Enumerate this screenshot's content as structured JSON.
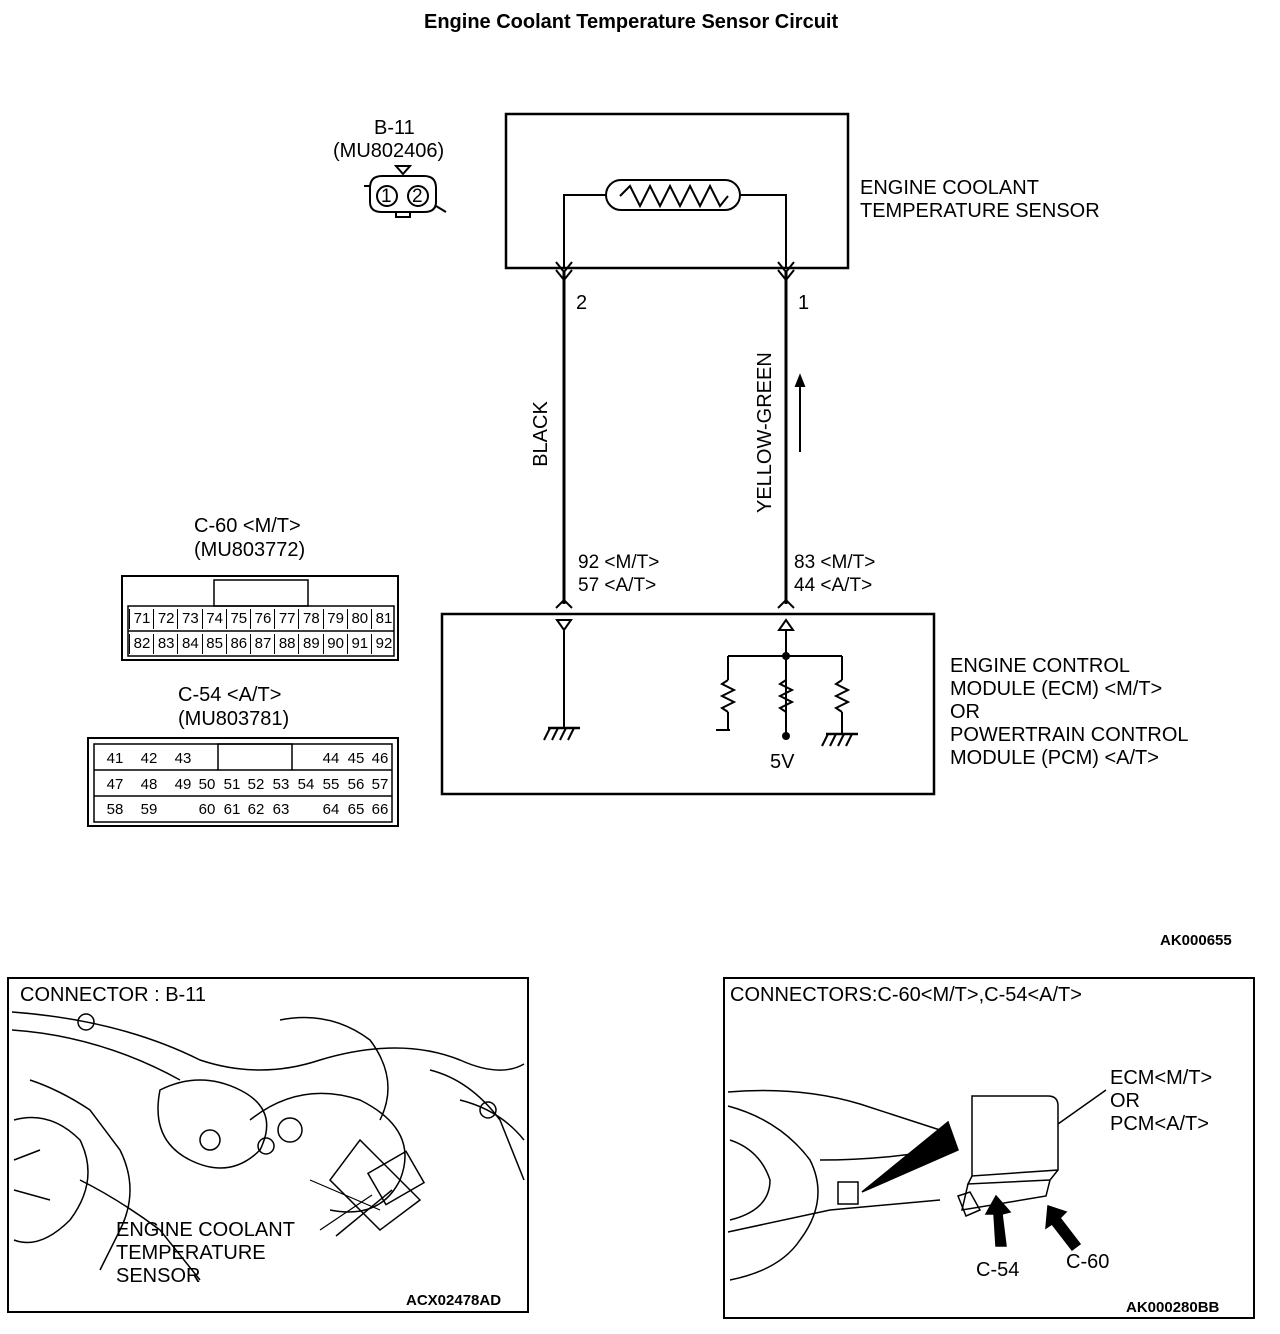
{
  "title": "Engine Coolant Temperature Sensor Circuit",
  "b11": {
    "name": "B-11",
    "part": "(MU802406)",
    "pins": [
      "1",
      "2"
    ]
  },
  "sensor": {
    "line1": "ENGINE COOLANT",
    "line2": "TEMPERATURE SENSOR"
  },
  "wires": {
    "left_pin": "2",
    "right_pin": "1",
    "left_color": "BLACK",
    "right_color": "YELLOW-GREEN",
    "left_term1": "92 <M/T>",
    "left_term2": "57 <A/T>",
    "right_term1": "83 <M/T>",
    "right_term2": "44 <A/T>"
  },
  "ecm": {
    "line1": "ENGINE CONTROL",
    "line2": "MODULE (ECM) <M/T>",
    "line3": "OR",
    "line4": "POWERTRAIN CONTROL",
    "line5": "MODULE (PCM) <A/T>",
    "supply": "5V"
  },
  "c60": {
    "name": "C-60 <M/T>",
    "part": "(MU803772)",
    "row1": [
      "71",
      "72",
      "73",
      "74",
      "75",
      "76",
      "77",
      "78",
      "79",
      "80",
      "81"
    ],
    "row2": [
      "82",
      "83",
      "84",
      "85",
      "86",
      "87",
      "88",
      "89",
      "90",
      "91",
      "92"
    ]
  },
  "c54": {
    "name": "C-54 <A/T>",
    "part": "(MU803781)",
    "row1": [
      "41",
      "42",
      "43",
      "44",
      "45",
      "46"
    ],
    "row2": [
      "47",
      "48",
      "49",
      "50",
      "51",
      "52",
      "53",
      "54",
      "55",
      "56",
      "57"
    ],
    "row3": [
      "58",
      "59",
      "60",
      "61",
      "62",
      "63",
      "64",
      "65",
      "66"
    ]
  },
  "ref1": "AK000655",
  "panel_left": {
    "title": "CONNECTOR : B-11",
    "l1": "ENGINE COOLANT",
    "l2": "TEMPERATURE",
    "l3": "SENSOR",
    "ref": "ACX02478AD"
  },
  "panel_right": {
    "title": "CONNECTORS:C-60<M/T>,C-54<A/T>",
    "l1": "ECM<M/T>",
    "l2": "OR",
    "l3": "PCM<A/T>",
    "c54": "C-54",
    "c60": "C-60",
    "ref": "AK000280BB"
  }
}
